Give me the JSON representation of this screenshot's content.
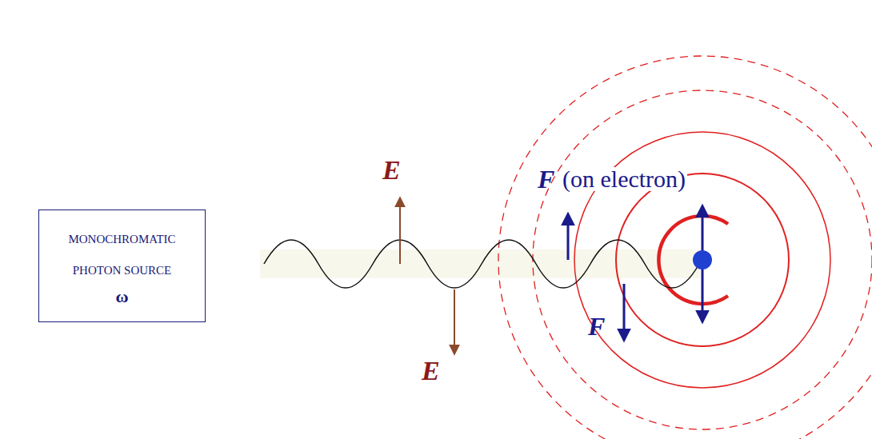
{
  "diagram": {
    "nodes": [
      {
        "text": [
          "MONOCHROMATIC PHOTON SOURCE",
          "ω"
        ]
      }
    ],
    "labels": [
      "E",
      "E",
      "F",
      "(on electron)",
      "F"
    ]
  }
}
